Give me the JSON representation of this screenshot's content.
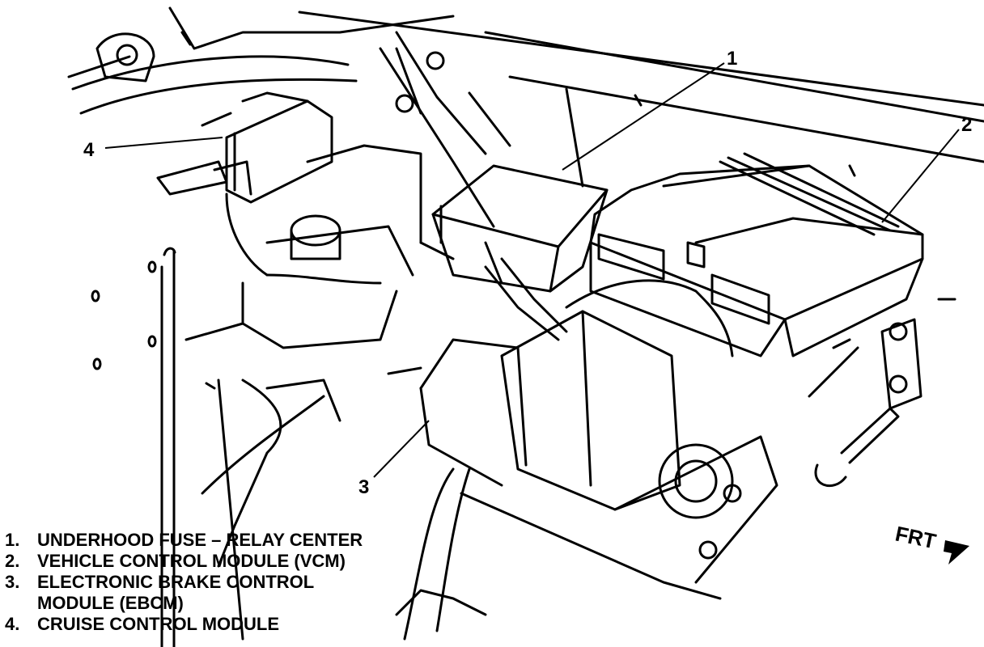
{
  "diagram": {
    "callouts": [
      {
        "id": "1",
        "label": "1"
      },
      {
        "id": "2",
        "label": "2"
      },
      {
        "id": "3",
        "label": "3"
      },
      {
        "id": "4",
        "label": "4"
      }
    ],
    "direction_label": "FRT",
    "legend": [
      {
        "num": "1.",
        "text": "UNDERHOOD FUSE – RELAY CENTER"
      },
      {
        "num": "2.",
        "text": "VEHICLE CONTROL MODULE (VCM)"
      },
      {
        "num": "3.",
        "text": "ELECTRONIC BRAKE CONTROL\nMODULE (EBCM)"
      },
      {
        "num": "4.",
        "text": "CRUISE CONTROL MODULE"
      }
    ]
  }
}
